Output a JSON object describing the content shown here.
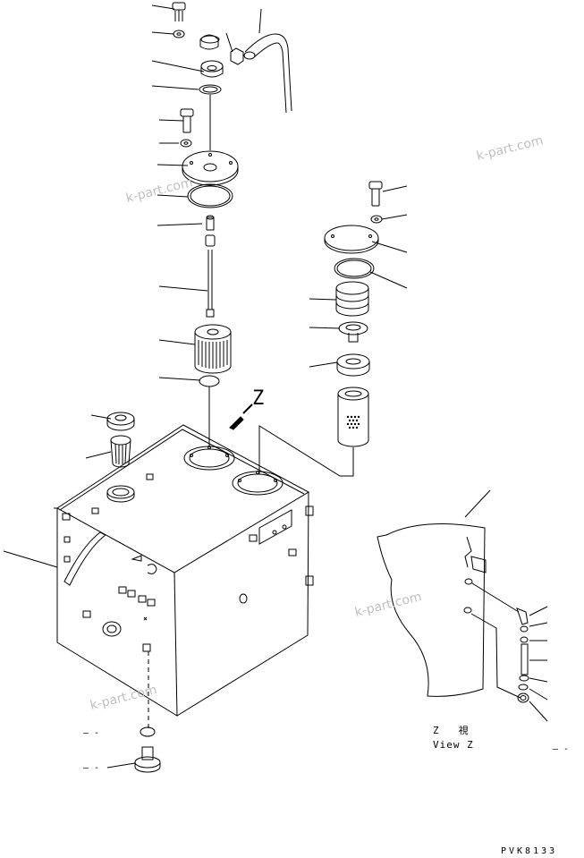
{
  "diagram": {
    "view_letter": "Z",
    "view_caption_jp": "Z　　視",
    "view_caption_en": "View Z",
    "drawing_code": "PVK8133",
    "dash_marks": [
      "– -",
      "– -",
      "– -"
    ],
    "watermarks": [
      "k-part.com",
      "k-part.com",
      "k-part.com",
      "k-part.com"
    ]
  },
  "colors": {
    "line": "#000000",
    "watermark": "#bfbfbf",
    "background": "#ffffff"
  }
}
